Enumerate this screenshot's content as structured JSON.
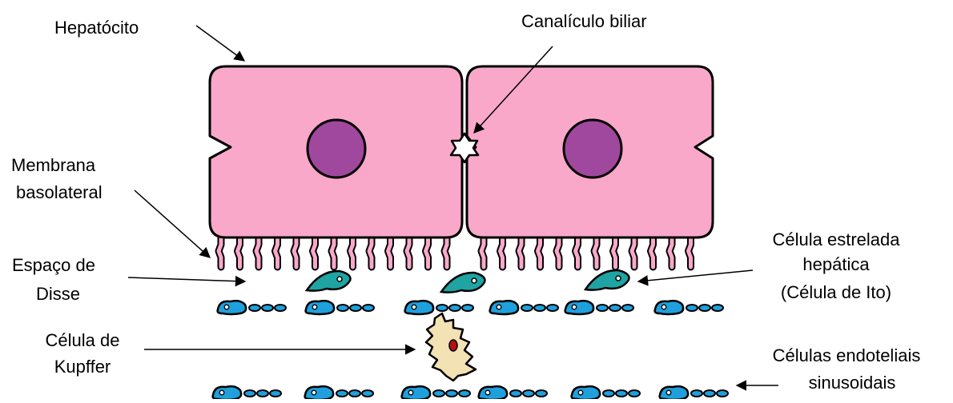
{
  "labels": {
    "hepatocyte": "Hepatócito",
    "bile_canaliculus": "Canalículo biliar",
    "basolateral_membrane": [
      "Membrana",
      "basolateral"
    ],
    "space_of_disse": [
      "Espaço de",
      "Disse"
    ],
    "stellate_cell": [
      "Célula estrelada",
      "hepática",
      "(Célula de Ito)"
    ],
    "kupffer_cell": [
      "Célula de",
      "Kupffer"
    ],
    "endothelial_cells": [
      "Células endoteliais",
      "sinusoidais"
    ]
  },
  "colors": {
    "hepatocyte_fill": "#f9a8c9",
    "nucleus_fill": "#a0489e",
    "stellate_fill": "#1fa3a3",
    "endothelial_fill": "#1fa0dc",
    "kupffer_fill": "#f2e2b4",
    "kupffer_nucleus": "#b31010",
    "outline": "#000000"
  }
}
